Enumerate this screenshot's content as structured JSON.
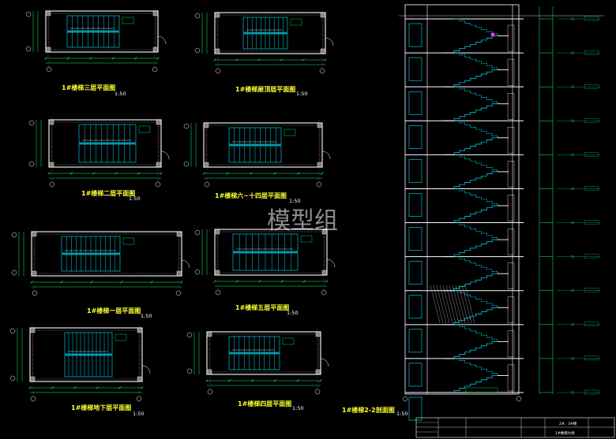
{
  "drawing": {
    "background": "#000000",
    "colors": {
      "wall": "#ffffff",
      "stair": "#00e5ff",
      "dimension": "#00ff66",
      "label": "#ffff33",
      "axis": "#ff3333",
      "hatch": "#cccccc",
      "accent": "#ff33ff"
    }
  },
  "plans": [
    {
      "title": "1#楼梯三层平面图",
      "scale": "1:50"
    },
    {
      "title": "1#楼梯屋顶层平面图",
      "scale": "1:50"
    },
    {
      "title": "1#楼梯二层平面图",
      "scale": "1:50"
    },
    {
      "title": "1#楼梯六~十四层平面图",
      "scale": "1:50"
    },
    {
      "title": "1#楼梯一层平面图",
      "scale": "1:50"
    },
    {
      "title": "1#楼梯五层平面图",
      "scale": "1:50"
    },
    {
      "title": "1#楼梯地下层平面图",
      "scale": "1:50"
    },
    {
      "title": "1#楼梯四层平面图",
      "scale": "1:50"
    }
  ],
  "section": {
    "title": "1#楼梯2-2剖面图",
    "scale": "1:50"
  },
  "watermark": "模型组",
  "title_block": {
    "project": "2#、3#楼",
    "sheet": "1#楼梯大样"
  }
}
